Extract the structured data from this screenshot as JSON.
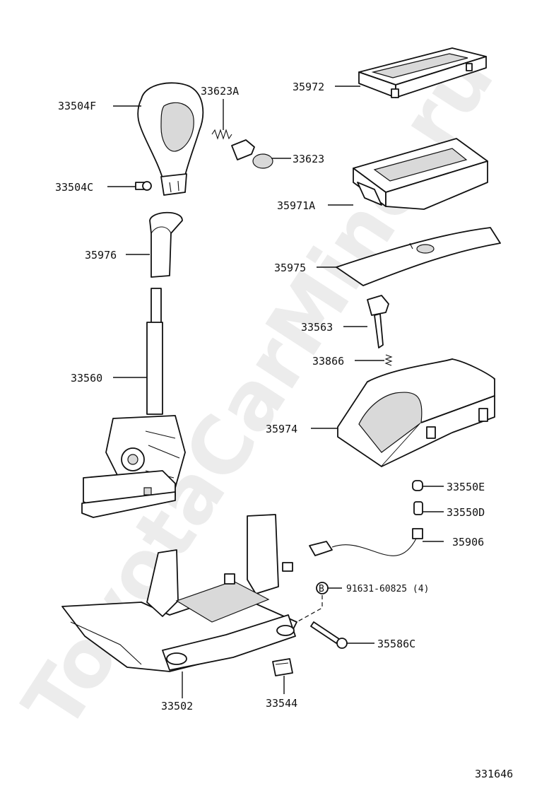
{
  "watermark": "ToyotaCarMine.ru",
  "diagram_number": "331646",
  "bolt_symbol": "B",
  "parts": [
    {
      "id": "33504F",
      "label": "33504F"
    },
    {
      "id": "33623A",
      "label": "33623A"
    },
    {
      "id": "33623",
      "label": "33623"
    },
    {
      "id": "33504C",
      "label": "33504C"
    },
    {
      "id": "35976",
      "label": "35976"
    },
    {
      "id": "33560",
      "label": "33560"
    },
    {
      "id": "35972",
      "label": "35972"
    },
    {
      "id": "35971A",
      "label": "35971A"
    },
    {
      "id": "35975",
      "label": "35975"
    },
    {
      "id": "33563",
      "label": "33563"
    },
    {
      "id": "33866",
      "label": "33866"
    },
    {
      "id": "35974",
      "label": "35974"
    },
    {
      "id": "33550E",
      "label": "33550E"
    },
    {
      "id": "33550D",
      "label": "33550D"
    },
    {
      "id": "35906",
      "label": "35906"
    },
    {
      "id": "91631-60825",
      "label": "91631-60825 (4)"
    },
    {
      "id": "35586C",
      "label": "35586C"
    },
    {
      "id": "33502",
      "label": "33502"
    },
    {
      "id": "33544",
      "label": "33544"
    }
  ]
}
